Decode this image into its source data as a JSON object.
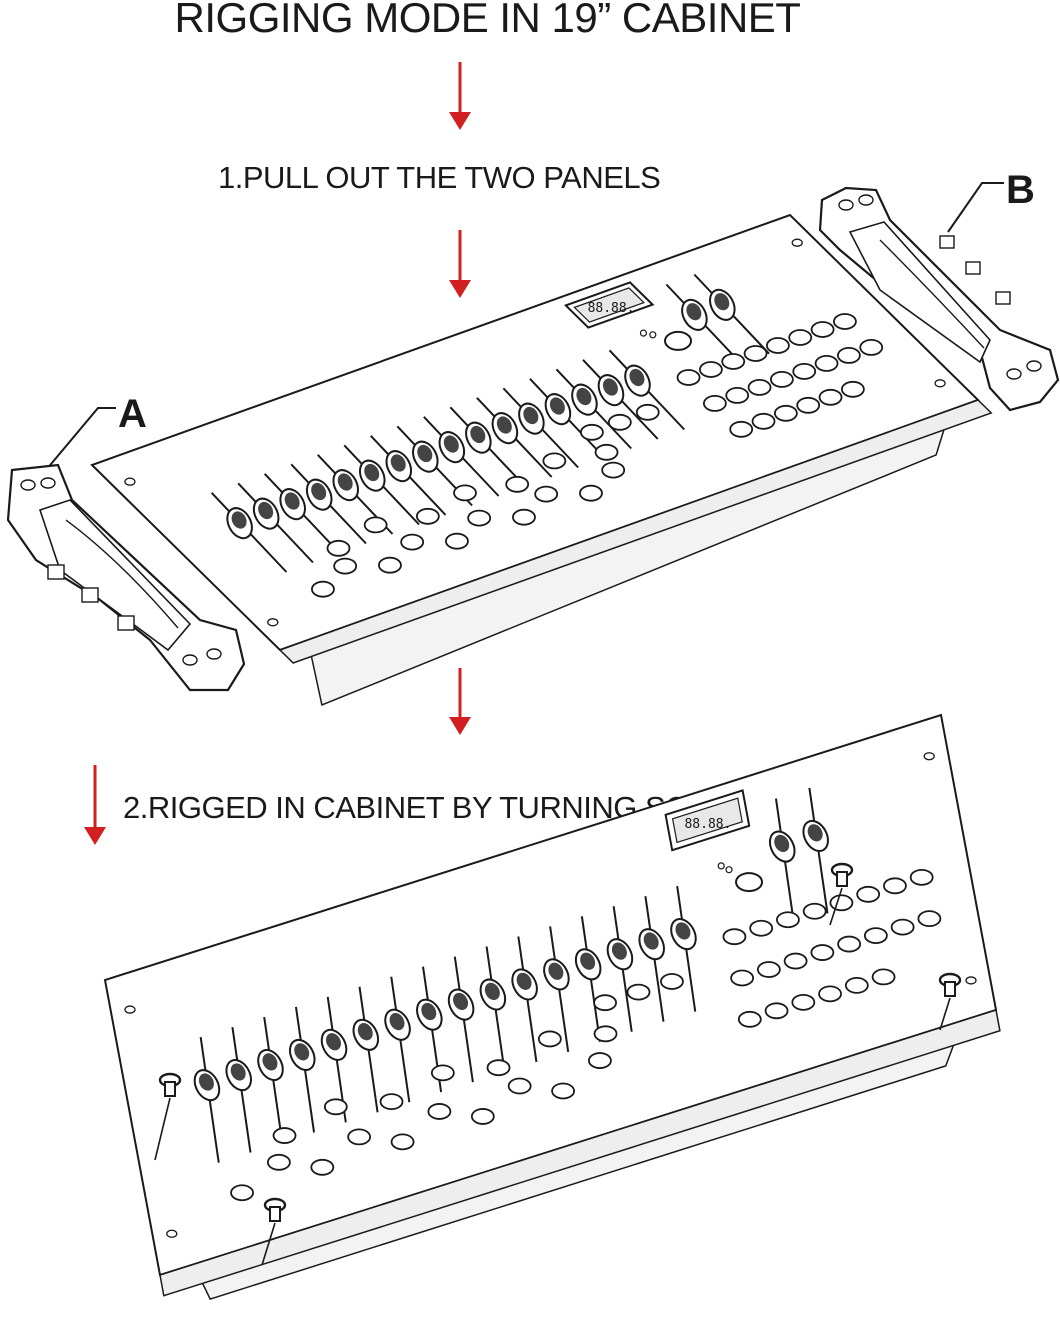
{
  "title": "RIGGING MODE IN 19” CABINET",
  "steps": [
    "1.PULL OUT THE TWO PANELS",
    "2.RIGGED IN CABINET BY TURNING SCREWS"
  ],
  "callouts": {
    "a": "A",
    "b": "B"
  },
  "display_readout": "88.88.",
  "colors": {
    "arrow": "#d22020",
    "line": "#1a1a1a",
    "panel": "#ffffff",
    "knob": "#444444"
  },
  "figure": {
    "console": {
      "name": "dmx-lighting-controller",
      "faders_main": 16,
      "faders_right": 2,
      "button_rows": 2
    },
    "handles": [
      "side-panel-a",
      "side-panel-b"
    ],
    "screws": 4
  }
}
